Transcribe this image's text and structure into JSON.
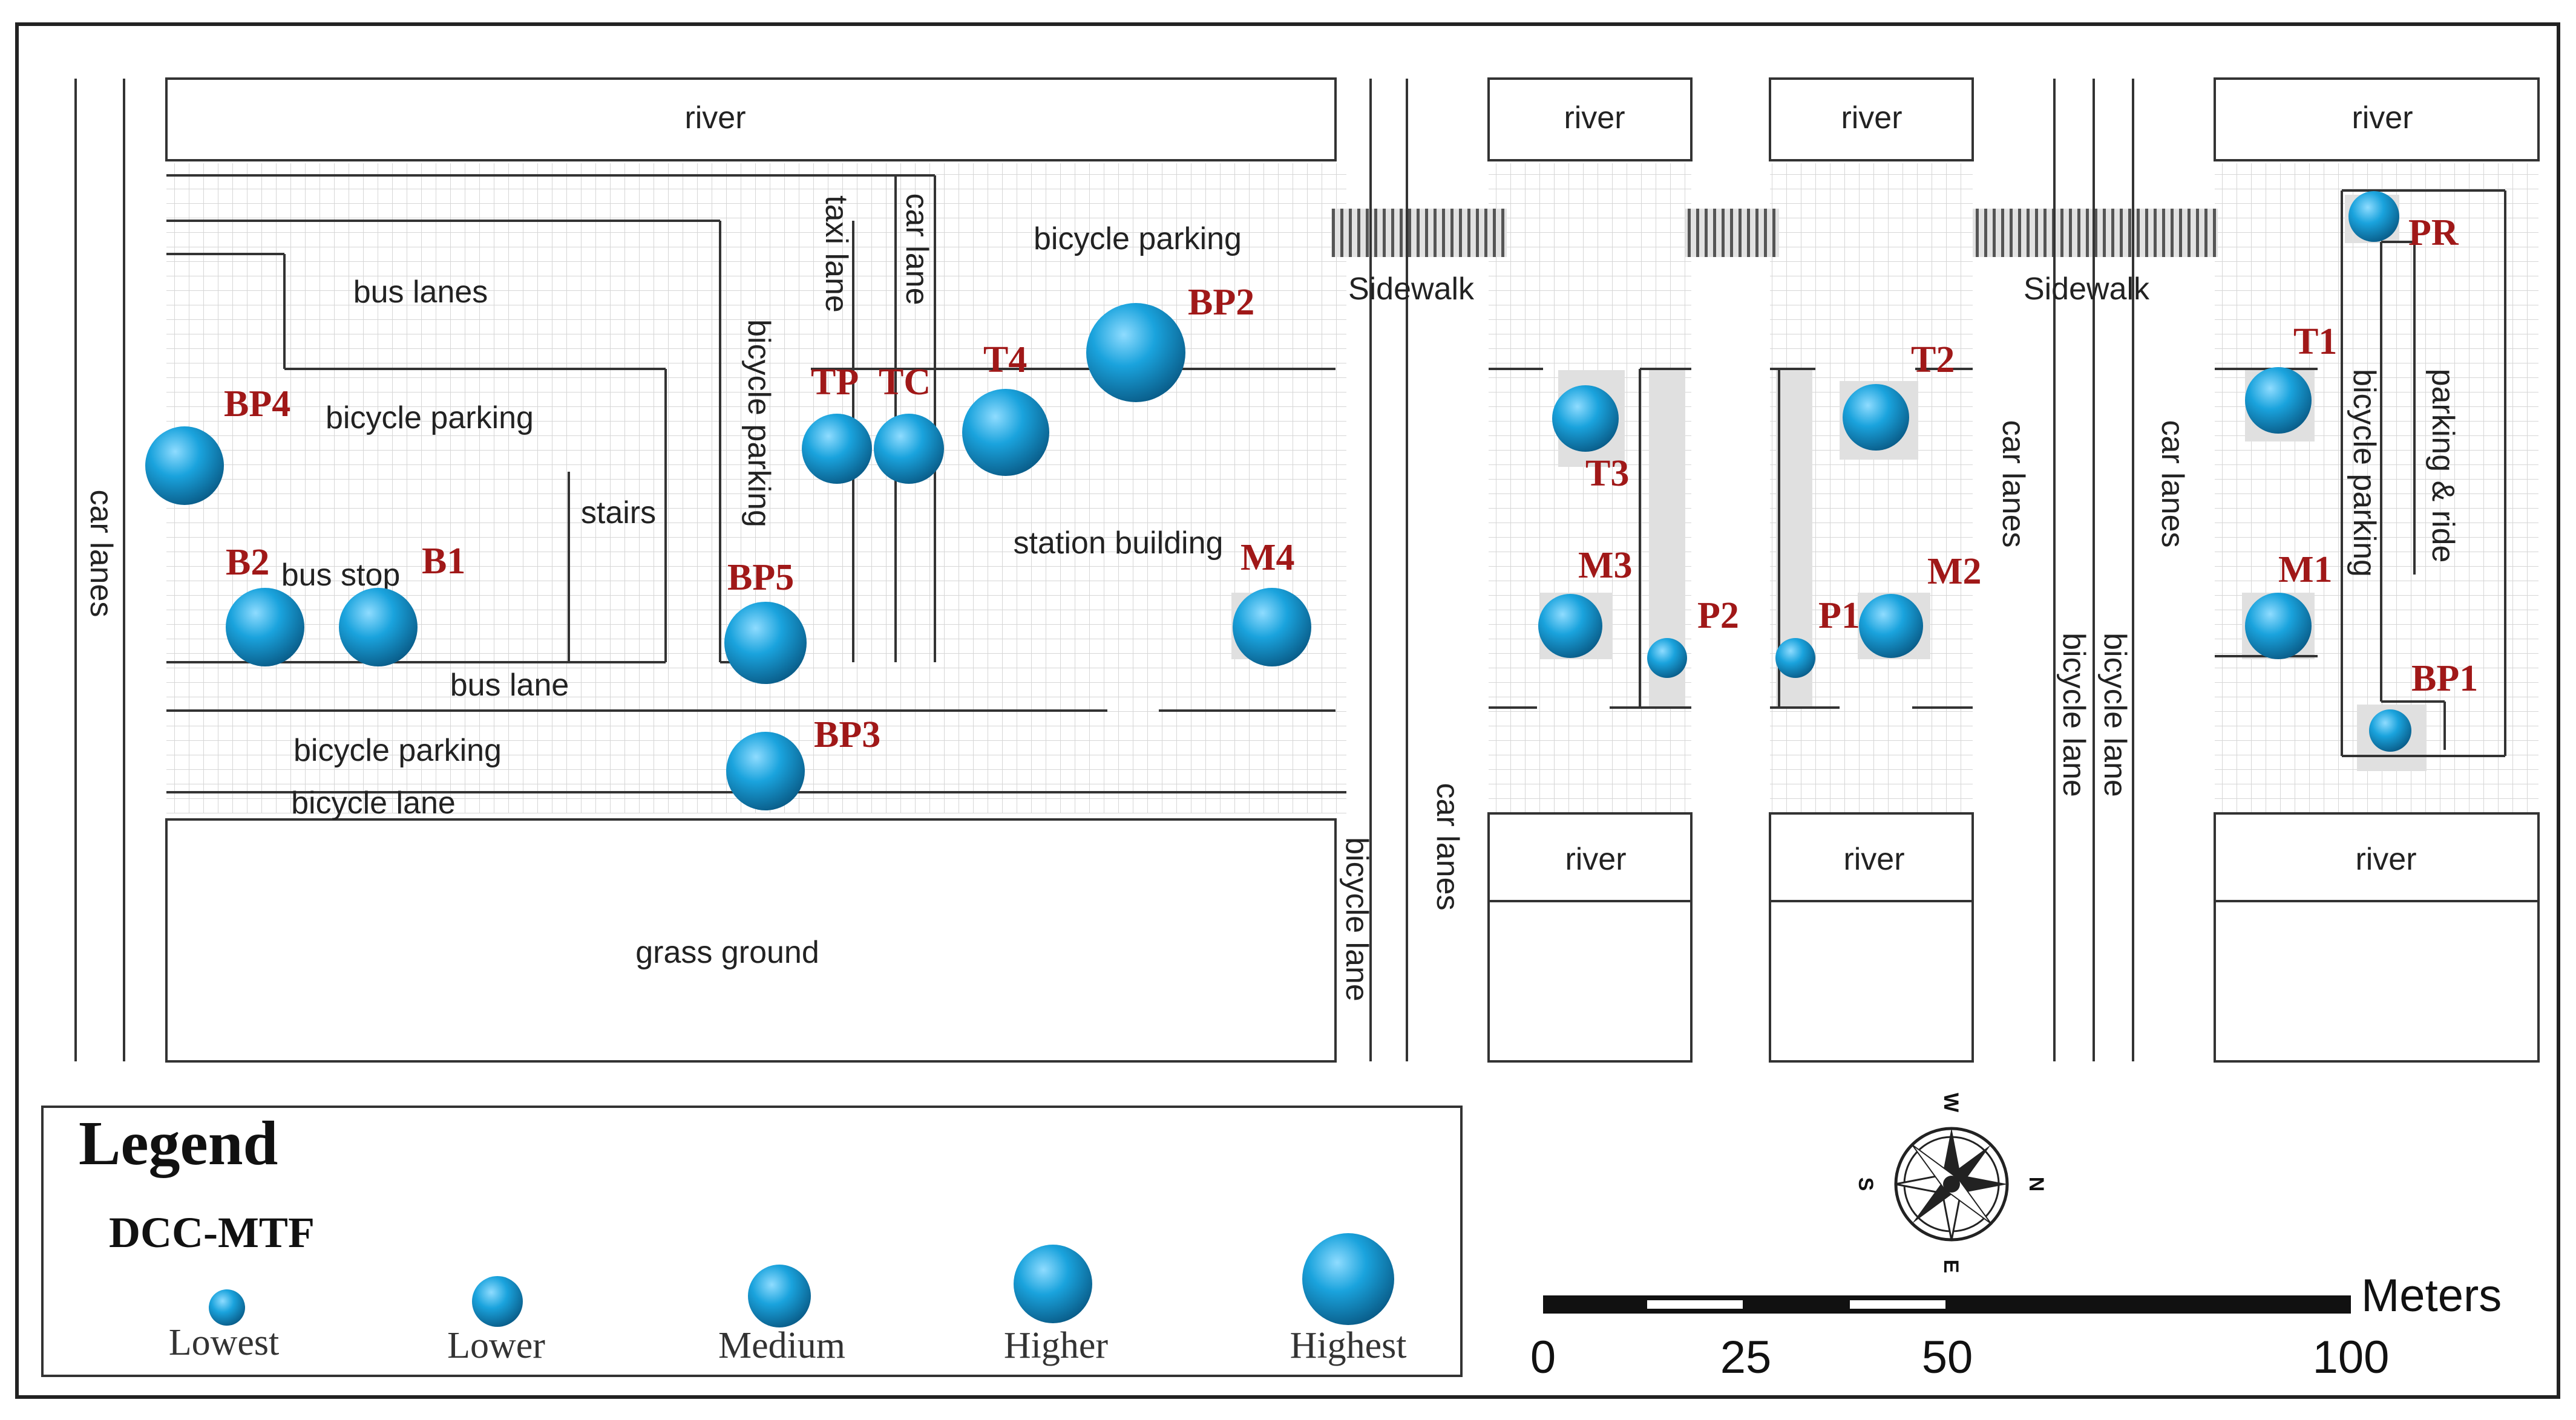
{
  "labels": {
    "river_1": "river",
    "river_2": "river",
    "river_3": "river",
    "river_4": "river",
    "river_5": "river",
    "river_6": "river",
    "river_7": "river",
    "bus_lanes": "bus lanes",
    "bicycle_parking_1": "bicycle parking",
    "stairs": "stairs",
    "bus_stop": "bus stop",
    "bus_lane": "bus lane",
    "bicycle_parking_2": "bicycle parking",
    "bicycle_lane_1": "bicycle lane",
    "grass_ground": "grass ground",
    "bicycle_parking_vertical": "bicycle parking",
    "taxi_lane": "taxi lane",
    "car_lane": "car lane",
    "bicycle_parking_top": "bicycle parking",
    "station_building": "station building",
    "sidewalk_1": "Sidewalk",
    "sidewalk_2": "Sidewalk",
    "bicycle_lane_2": "bicycle lane",
    "car_lanes_1": "car lanes",
    "car_lanes_2": "car lanes",
    "car_lanes_3": "car lanes",
    "car_lanes_4": "car lanes",
    "bicycle_lane_3": "bicycle lane",
    "bicycle_lane_4": "bicycle lane",
    "bicycle_parking_right": "bicycle parking",
    "parking_ride": "parking & ride"
  },
  "points": [
    {
      "code": "BP4",
      "level": "Higher"
    },
    {
      "code": "B2",
      "level": "Higher"
    },
    {
      "code": "B1",
      "level": "Higher"
    },
    {
      "code": "BP5",
      "level": "Higher"
    },
    {
      "code": "BP3",
      "level": "Higher"
    },
    {
      "code": "TP",
      "level": "Medium"
    },
    {
      "code": "TC",
      "level": "Medium"
    },
    {
      "code": "T4",
      "level": "Higher"
    },
    {
      "code": "BP2",
      "level": "Highest"
    },
    {
      "code": "M4",
      "level": "Higher"
    },
    {
      "code": "T3",
      "level": "Medium"
    },
    {
      "code": "M3",
      "level": "Medium"
    },
    {
      "code": "P2",
      "level": "Lowest"
    },
    {
      "code": "P1",
      "level": "Lowest"
    },
    {
      "code": "T2",
      "level": "Medium"
    },
    {
      "code": "M2",
      "level": "Medium"
    },
    {
      "code": "T1",
      "level": "Medium"
    },
    {
      "code": "M1",
      "level": "Medium"
    },
    {
      "code": "PR",
      "level": "Lower"
    },
    {
      "code": "BP1",
      "level": "Lowest"
    }
  ],
  "legend": {
    "title": "Legend",
    "subtitle": "DCC-MTF",
    "levels": [
      "Lowest",
      "Lower",
      "Medium",
      "Higher",
      "Highest"
    ]
  },
  "compass": {
    "w": "W",
    "e": "E",
    "s": "S",
    "n": "N"
  },
  "scale_bar": {
    "unit": "Meters",
    "ticks": [
      "0",
      "25",
      "50",
      "100"
    ]
  },
  "colors": {
    "marker_light": "#8fdcff",
    "marker_mid": "#1aa3dd",
    "marker_dark": "#0a5f8c",
    "code_text": "#a01818",
    "grid_line": "#d6d6d6",
    "sidewalk_hatch": "#555555"
  }
}
